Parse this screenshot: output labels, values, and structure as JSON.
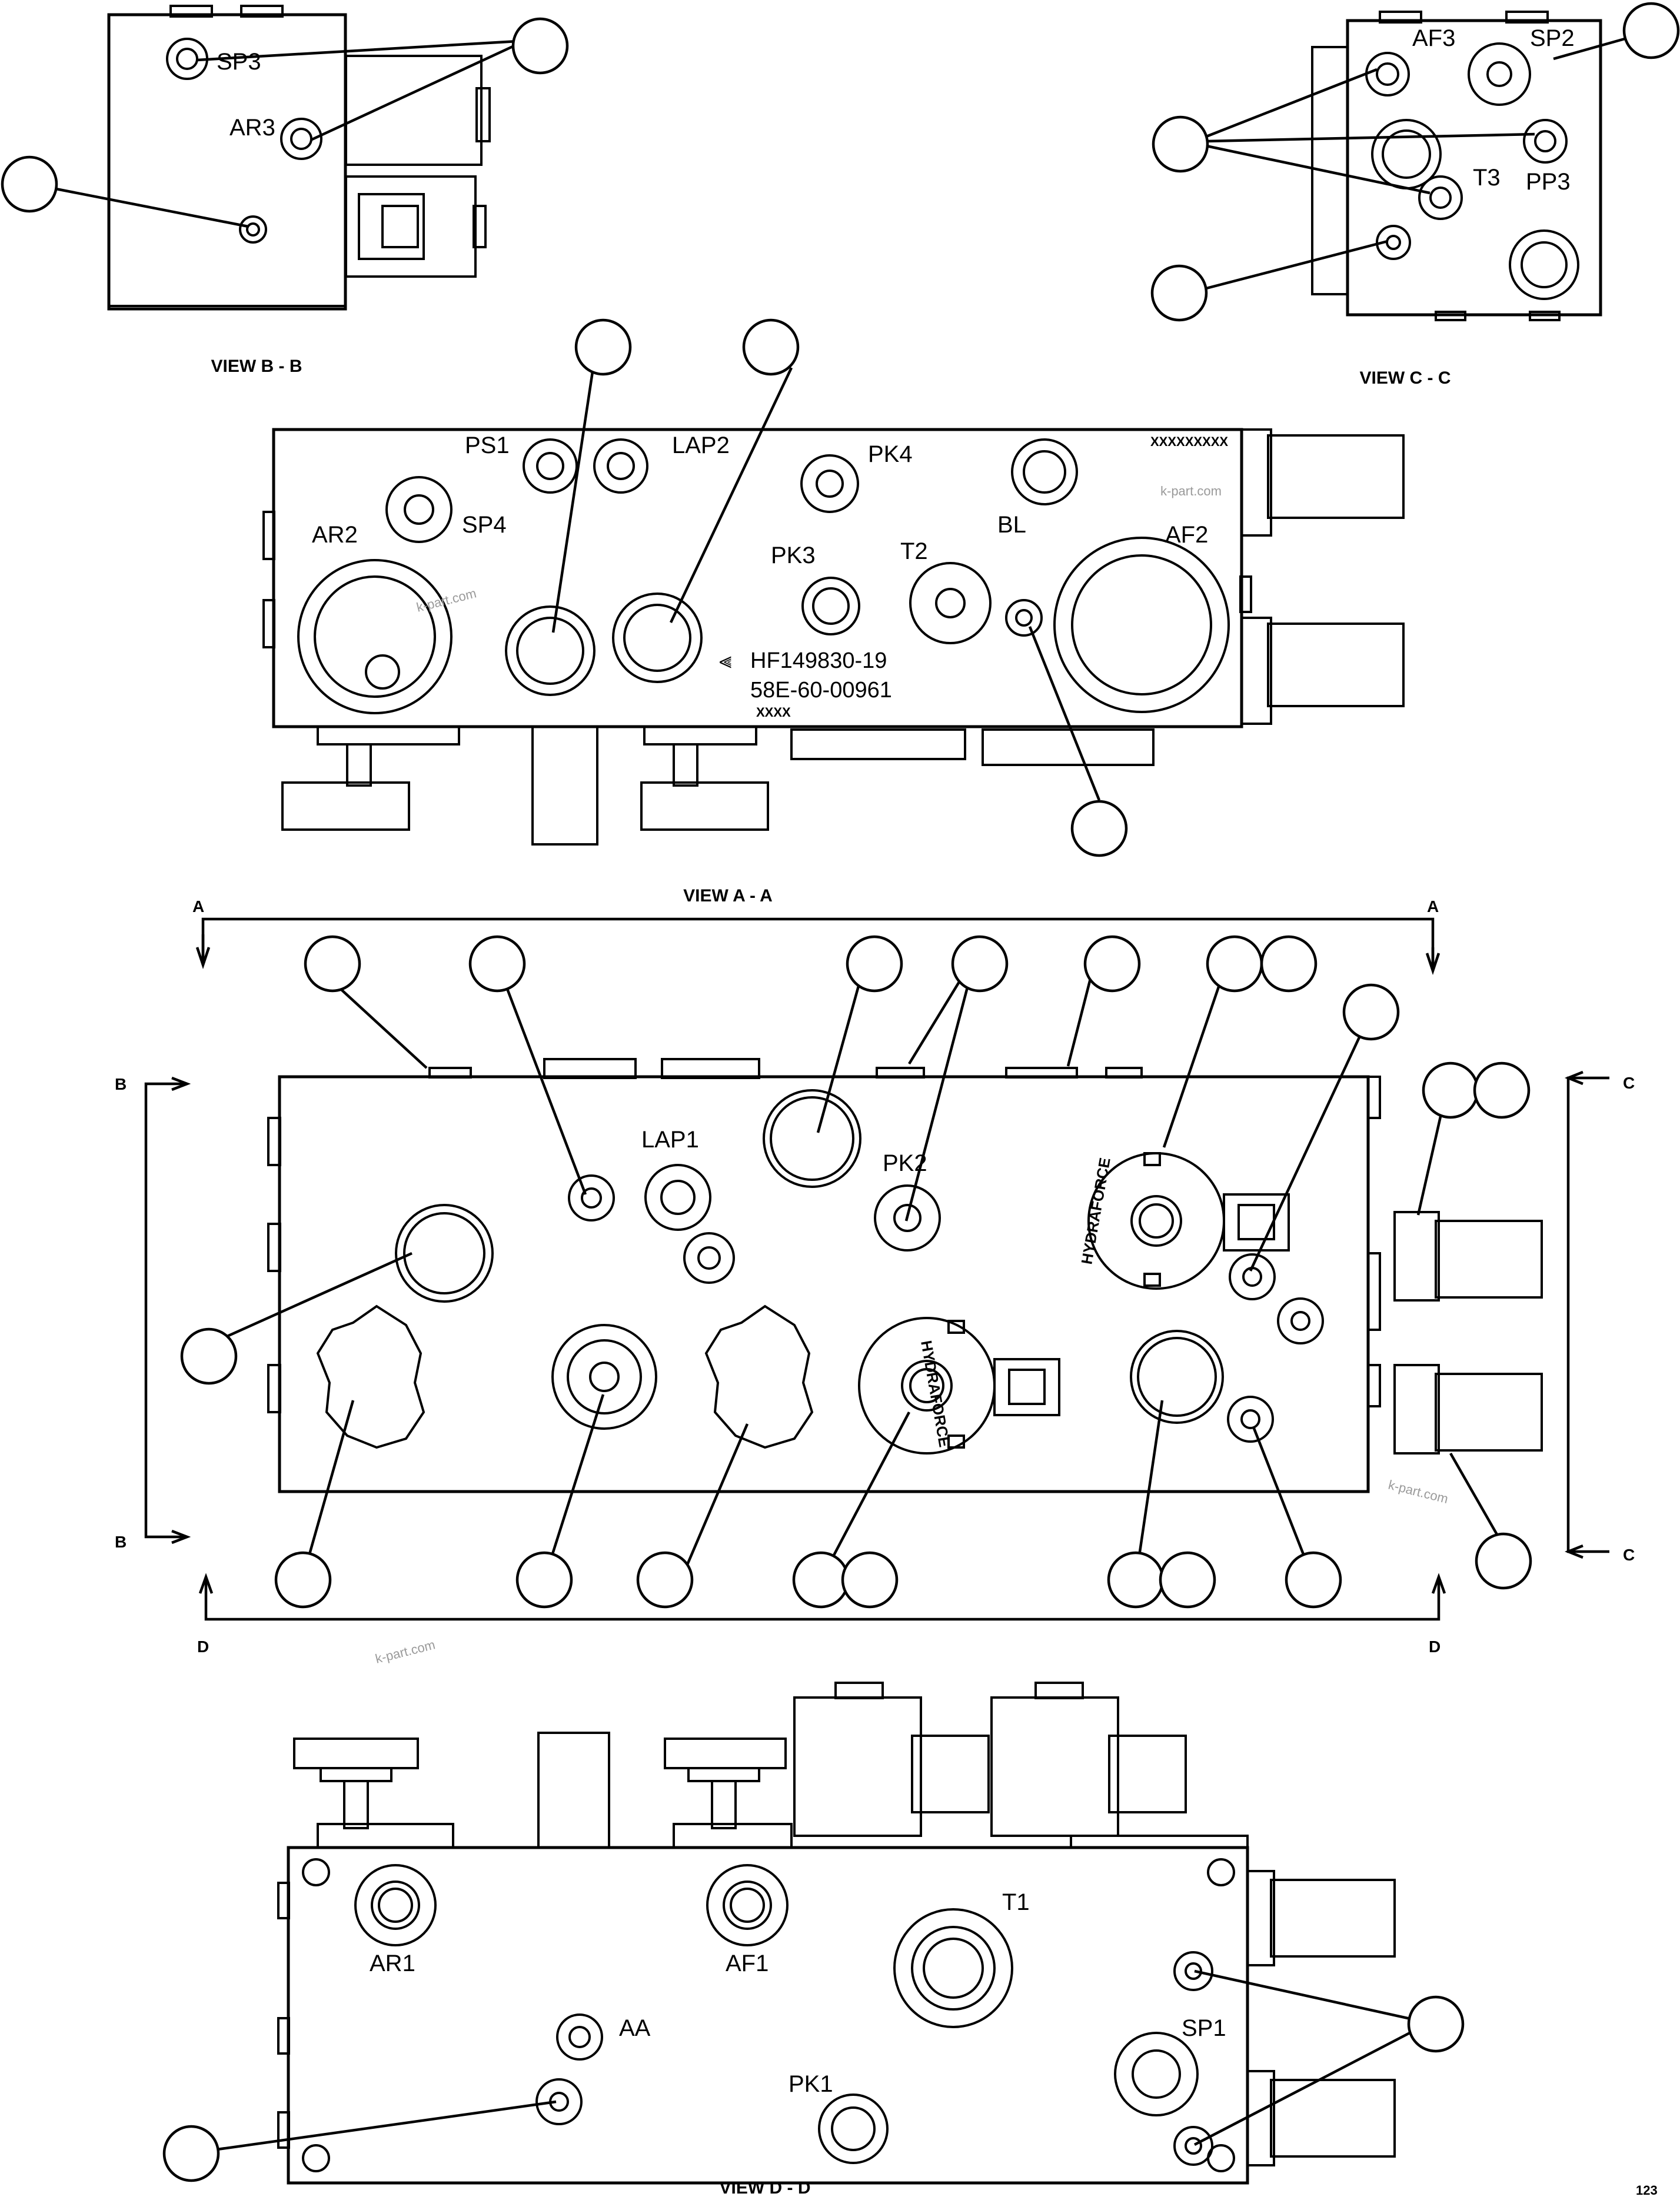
{
  "views": {
    "b": {
      "caption": "VIEW B - B",
      "ports": {
        "sp3": "SP3",
        "ar3": "AR3"
      }
    },
    "c": {
      "caption": "VIEW C - C",
      "ports": {
        "af3": "AF3",
        "sp2": "SP2",
        "t3": "T3",
        "pp3": "PP3"
      }
    },
    "a": {
      "caption": "VIEW A - A",
      "ports": {
        "ps1": "PS1",
        "lap2": "LAP2",
        "pk4": "PK4",
        "sp4": "SP4",
        "ar2": "AR2",
        "pk3": "PK3",
        "t2": "T2",
        "bl": "BL",
        "af2": "AF2"
      },
      "part_number": "HF149830-19",
      "serial": "58E-60-00961",
      "mark_long": "XXXXXXXXX",
      "mark_short": "XXXX",
      "logo_glyph": "⫷"
    },
    "main": {
      "ports": {
        "lap1": "LAP1",
        "pk2": "PK2"
      },
      "valve_brand": "HYDRAFORCE"
    },
    "d": {
      "caption": "VIEW D - D",
      "ports": {
        "t1": "T1",
        "ar1": "AR1",
        "af1": "AF1",
        "aa": "AA",
        "sp1": "SP1",
        "pk1": "PK1"
      }
    }
  },
  "section_markers": {
    "a": "A",
    "b": "B",
    "c": "C",
    "d": "D"
  },
  "watermark": "k-part.com",
  "drawing_code": "123"
}
